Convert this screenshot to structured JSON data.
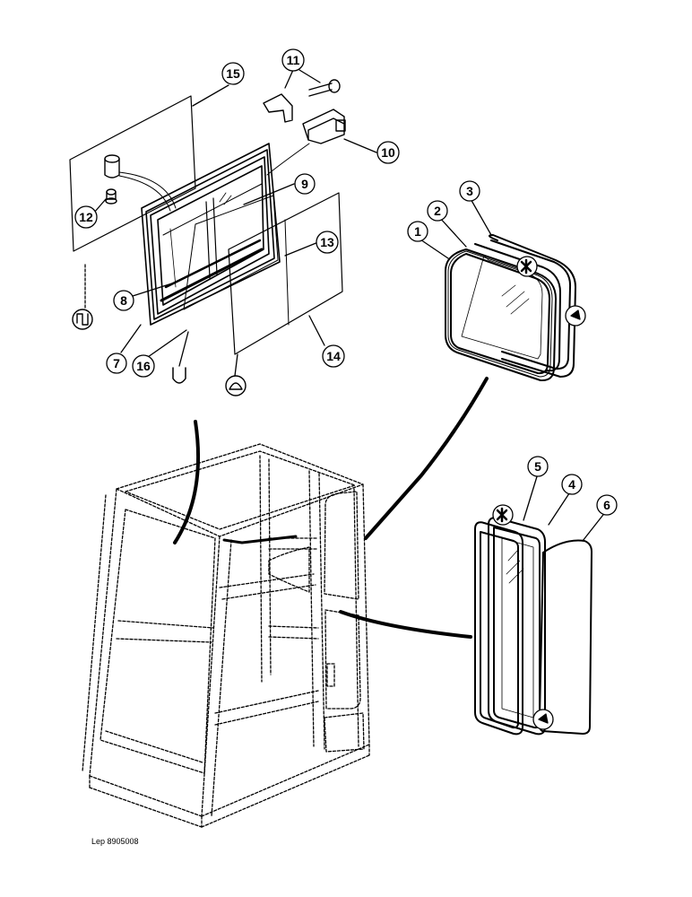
{
  "reference_code": "Lep 8905008",
  "callouts": {
    "c1": "1",
    "c2": "2",
    "c3": "3",
    "c4": "4",
    "c5": "5",
    "c6": "6",
    "c7": "7",
    "c8": "8",
    "c9": "9",
    "c10": "10",
    "c11": "11",
    "c12": "12",
    "c13": "13",
    "c14": "14",
    "c15": "15",
    "c16": "16"
  },
  "colors": {
    "line": "#000000",
    "background": "#ffffff"
  }
}
